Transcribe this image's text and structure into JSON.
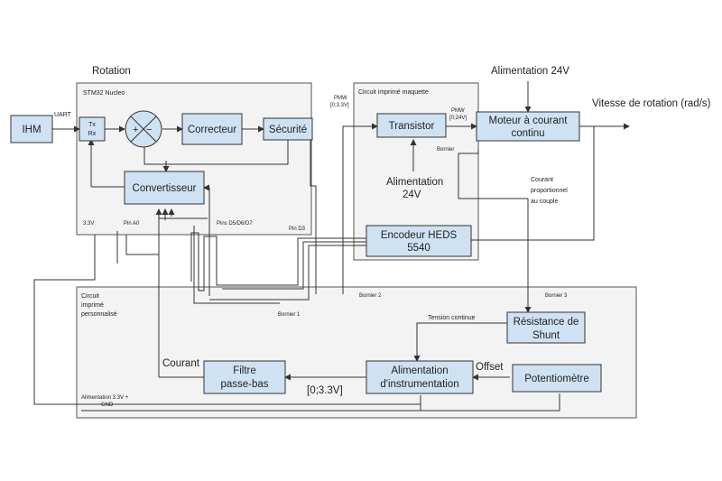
{
  "external": {
    "rotation": "Rotation",
    "ihm": "IHM",
    "uart": "UART",
    "alim24_top": "Alimentation 24V",
    "vitesse": "Vitesse de rotation (rad/s)"
  },
  "nucleo": {
    "title": "STM32 Nucleo",
    "txrx_line1": "Tx",
    "txrx_line2": "Rx",
    "correcteur": "Correcteur",
    "securite": "Sécurité",
    "convertisseur": "Convertisseur",
    "pin_33": "3.3V",
    "pin_a0": "Pin A0",
    "pins_d5": "Pins D5/D6/D7",
    "pin_d3": "Pin D3"
  },
  "maquette": {
    "title": "Circuit imprimé maquette",
    "transistor": "Transistor",
    "alim24_line1": "Alimentation",
    "alim24_line2": "24V",
    "encodeur_line1": "Encodeur HEDS",
    "encodeur_line2": "5540",
    "bornier": "Bornier",
    "pmw_in_line1": "PMW",
    "pmw_in_line2": "[0;3.3V]",
    "pmw_out_line1": "PMW",
    "pmw_out_line2": "[0;24V]"
  },
  "moteur": {
    "line1": "Moteur à courant",
    "line2": "continu",
    "courant_line1": "Courant",
    "courant_line2": "proportionnel",
    "courant_line3": "au couple"
  },
  "perso": {
    "title_line1": "Circuit",
    "title_line2": "imprimé",
    "title_line3": "personnalisé",
    "shunt_line1": "Résistance de",
    "shunt_line2": "Shunt",
    "filtre_line1": "Filtre",
    "filtre_line2": "passe-bas",
    "instr_line1": "Alimentation",
    "instr_line2": "d'instrumentation",
    "potentiometre": "Potentiomètre",
    "tension_continue": "Tension continue",
    "offset": "Offset",
    "courant": "Courant",
    "range": "[0;3.3V]",
    "alim_line1": "Alimentation 3.3V +",
    "alim_line2": "GND"
  },
  "borniers": {
    "b1": "Bornier 1",
    "b2": "Bornier 2",
    "b3": "Bornier 3"
  },
  "colors": {
    "block_fill": "#cfe2f3",
    "zone_fill": "#f3f3f3",
    "stroke": "#333333"
  }
}
